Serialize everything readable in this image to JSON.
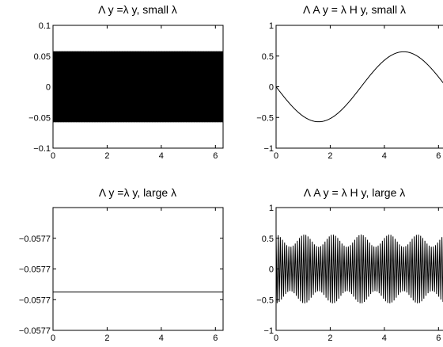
{
  "chart_data": [
    {
      "type": "line",
      "title": "Λ y =λ y, small λ",
      "xlabel": "",
      "ylabel": "",
      "xlim": [
        0,
        6.2832
      ],
      "ylim": [
        -0.1,
        0.1
      ],
      "xticks": [
        0,
        2,
        4,
        6
      ],
      "xtick_labels": [
        "0",
        "2",
        "4",
        "6"
      ],
      "yticks": [
        -0.1,
        -0.05,
        0,
        0.05,
        0.1
      ],
      "ytick_labels": [
        "−0.1",
        "−0.05",
        "0",
        "0.05",
        "0.1"
      ],
      "grid": false,
      "series": [
        {
          "kind": "oscillation",
          "amplitude": 0.0577,
          "cycles": 150,
          "envelope": "constant",
          "x_range": [
            0,
            6.2832
          ]
        }
      ]
    },
    {
      "type": "line",
      "title": "Λ A y = λ H y, small λ",
      "xlabel": "",
      "ylabel": "",
      "xlim": [
        0,
        6.2832
      ],
      "ylim": [
        -1,
        1
      ],
      "xticks": [
        0,
        2,
        4,
        6
      ],
      "xtick_labels": [
        "0",
        "2",
        "4",
        "6"
      ],
      "yticks": [
        -1,
        -0.5,
        0,
        0.5,
        1
      ],
      "ytick_labels": [
        "−1",
        "−0.5",
        "0",
        "0.5",
        "1"
      ],
      "grid": false,
      "series": [
        {
          "kind": "function",
          "function": "-0.57*sin(x)",
          "x_range": [
            0,
            6.2832
          ]
        }
      ]
    },
    {
      "type": "line",
      "title": "Λ y =λ y, large λ",
      "xlabel": "",
      "ylabel": "",
      "xlim": [
        0,
        6.2832
      ],
      "ylim": [
        0,
        4
      ],
      "xticks": [
        0,
        2,
        4,
        6
      ],
      "xtick_labels": [
        "0",
        "2",
        "4",
        "6"
      ],
      "yticks": [
        0,
        1,
        2,
        3
      ],
      "ytick_labels": [
        "−0.0577",
        "−0.0577",
        "−0.0577",
        "−0.0577"
      ],
      "grid": false,
      "series": [
        {
          "kind": "constant",
          "value": 1.25,
          "x_range": [
            0,
            6.2832
          ]
        }
      ]
    },
    {
      "type": "line",
      "title": "Λ A y = λ H y, large λ",
      "xlabel": "",
      "ylabel": "",
      "xlim": [
        0,
        6.2832
      ],
      "ylim": [
        -1,
        1
      ],
      "xticks": [
        0,
        2,
        4,
        6
      ],
      "xtick_labels": [
        "0",
        "2",
        "4",
        "6"
      ],
      "yticks": [
        -1,
        -0.5,
        0,
        0.5,
        1
      ],
      "ytick_labels": [
        "−1",
        "−0.5",
        "0",
        "0.5",
        "1"
      ],
      "grid": false,
      "series": [
        {
          "kind": "modulated_oscillation",
          "carrier_cycles": 80,
          "envelope_mean": 0.46,
          "envelope_variation": 0.1,
          "envelope_cycles": 6,
          "x_range": [
            0,
            6.2832
          ]
        }
      ]
    }
  ]
}
